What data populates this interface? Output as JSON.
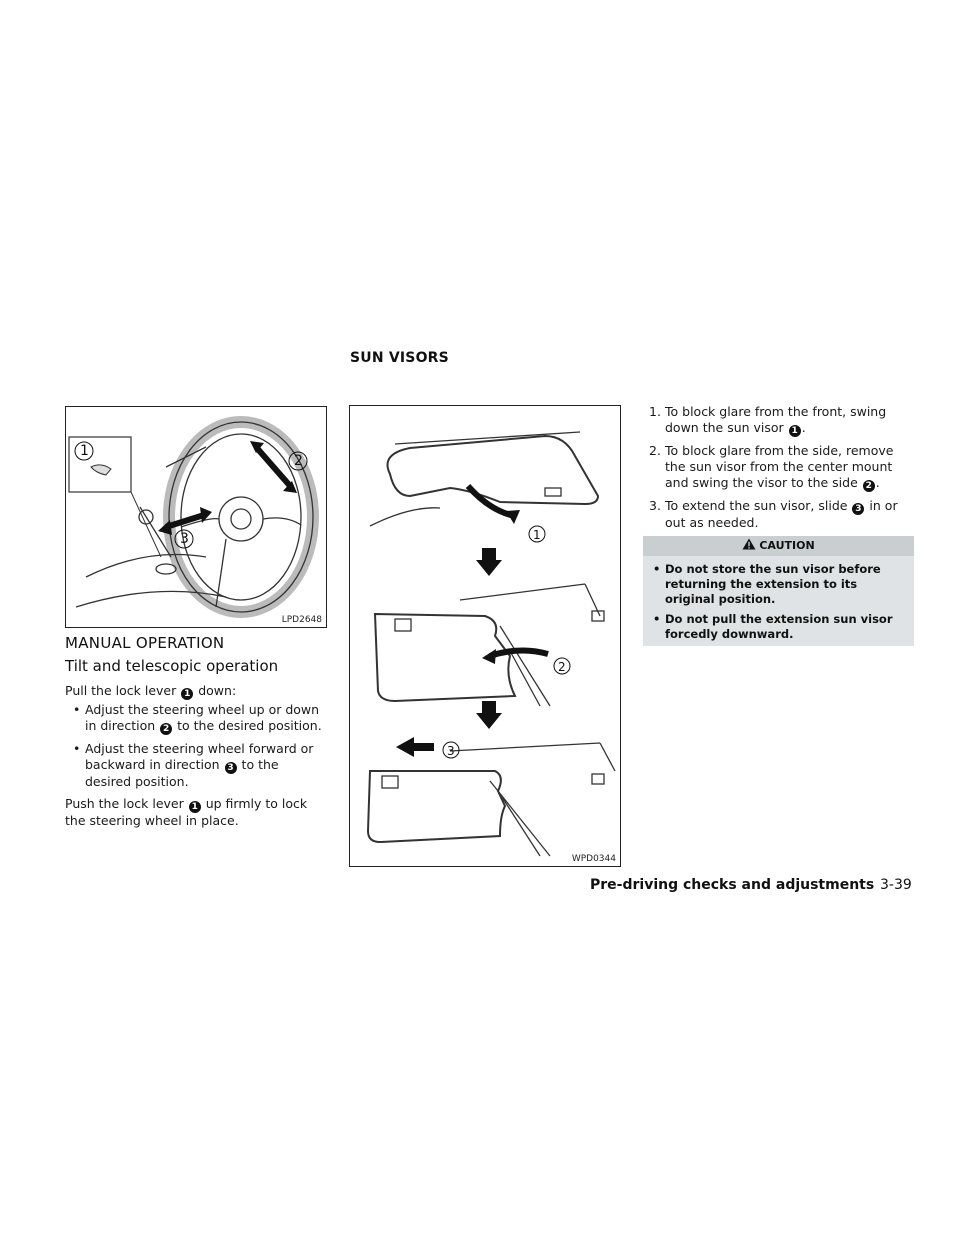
{
  "section_title": "SUN VISORS",
  "figure_left": {
    "code": "LPD2648",
    "callouts": [
      "1",
      "2",
      "3"
    ]
  },
  "figure_mid": {
    "code": "WPD0344",
    "callouts": [
      "1",
      "2",
      "3"
    ]
  },
  "manual": {
    "heading": "MANUAL OPERATION",
    "subheading": "Tilt and telescopic operation",
    "intro_a": "Pull the lock lever",
    "intro_b": "down:",
    "bullets": [
      {
        "a": "Adjust the steering wheel up or down in direction",
        "num": "2",
        "b": "to the desired position."
      },
      {
        "a": "Adjust the steering wheel forward or backward in direction",
        "num": "3",
        "b": "to the desired position."
      }
    ],
    "closing_a": "Push the lock lever",
    "closing_b": "up firmly to lock the steering wheel in place."
  },
  "sun_visor": {
    "steps": [
      {
        "n": "1.",
        "a": "To block glare from the front, swing down the sun visor",
        "num": "1",
        "b": "."
      },
      {
        "n": "2.",
        "a": "To block glare from the side, remove the sun visor from the center mount and swing the visor to the side",
        "num": "2",
        "b": "."
      },
      {
        "n": "3.",
        "a": "To extend the sun visor, slide",
        "num": "3",
        "b": "in or out as needed."
      }
    ],
    "caution_title": "CAUTION",
    "caution_items": [
      "Do not store the sun visor before returning the extension to its original position.",
      "Do not pull the extension sun visor forcedly downward."
    ]
  },
  "footer": {
    "chapter": "Pre-driving checks and adjustments",
    "page": "3-39"
  },
  "colors": {
    "caution_bg": "#dfe3e5",
    "caution_head": "#c9ced1"
  }
}
